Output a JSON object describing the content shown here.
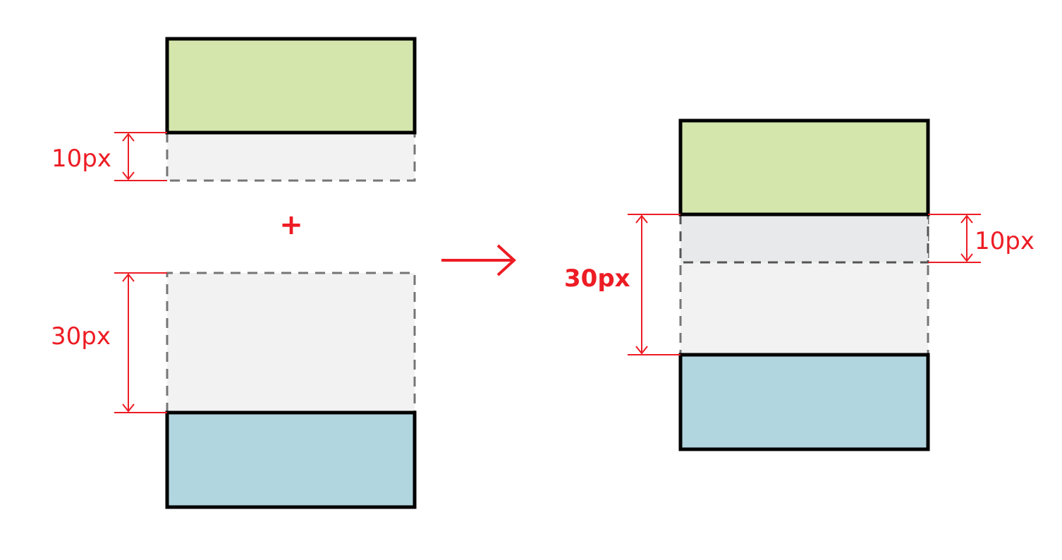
{
  "colors": {
    "accent": "#ed1c24",
    "top_box": "#d5e6ad",
    "bottom_box": "#b2d6df",
    "margin_fill": "#f2f2f2",
    "overlap_fill": "#e8e9ea",
    "border": "#000000",
    "dashed_border": "#757575"
  },
  "left": {
    "top_margin_label": "10px",
    "plus_symbol": "+",
    "bottom_margin_label": "30px"
  },
  "right": {
    "collapsed_margin_label": "30px",
    "inner_margin_label": "10px"
  },
  "icons": {
    "arrow": "arrow-right-icon"
  }
}
